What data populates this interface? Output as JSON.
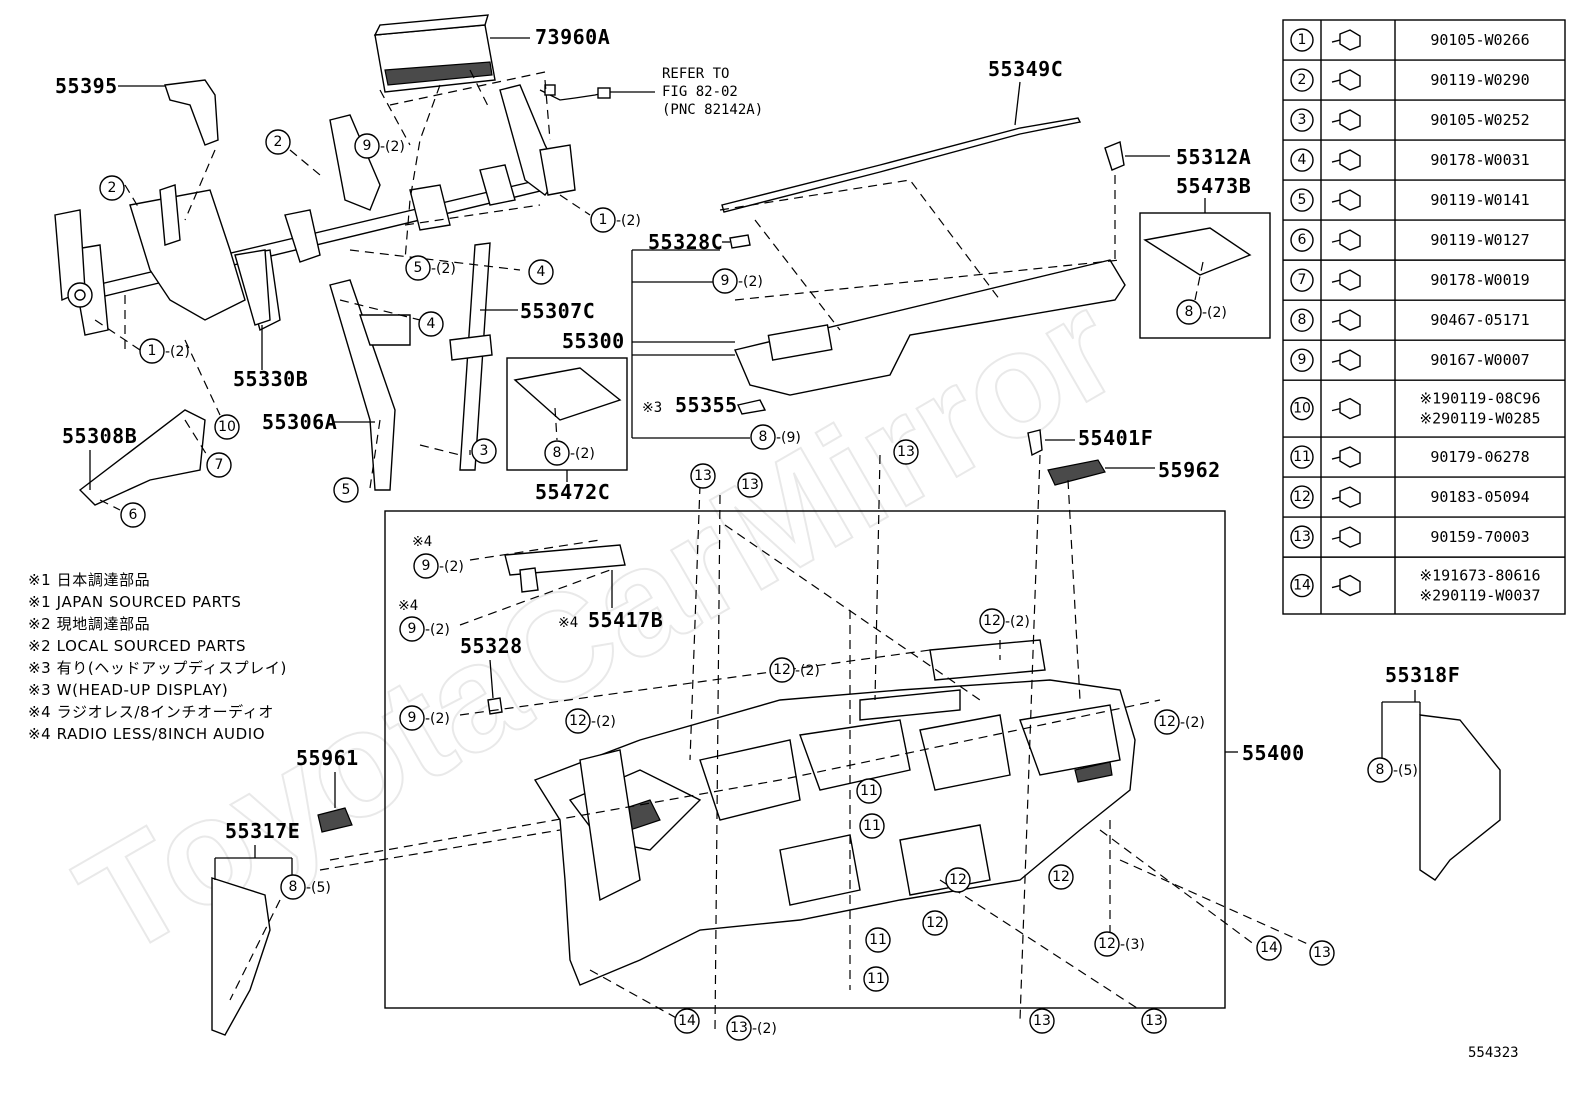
{
  "diagram": {
    "watermark": "ToyotaCarMirror",
    "figure_id": "554323",
    "part_labels": {
      "p73960A": "73960A",
      "p55395": "55395",
      "p55349C": "55349C",
      "p55312A": "55312A",
      "p55473B": "55473B",
      "p55328C": "55328C",
      "p55307C": "55307C",
      "p55300": "55300",
      "p55355": "55355",
      "p55355_prefix": "※3",
      "p55330B": "55330B",
      "p55306A": "55306A",
      "p55308B": "55308B",
      "p55472C": "55472C",
      "p55401F": "55401F",
      "p55962": "55962",
      "p55417B": "55417B",
      "p55417B_prefix": "※4",
      "p55328": "55328",
      "p55400": "55400",
      "p55961": "55961",
      "p55317E": "55317E",
      "p55318F": "55318F",
      "note4_a": "※4",
      "note4_b": "※4"
    },
    "refer": {
      "line1": "REFER TO",
      "line2": "FIG 82-02",
      "line3": "(PNC 82142A)"
    },
    "notes": [
      "※1 日本調達部品",
      "※1 JAPAN SOURCED PARTS",
      "※2 現地調達部品",
      "※2 LOCAL SOURCED PARTS",
      "※3 有り(ヘッドアップディスプレイ)",
      "※3 W(HEAD-UP DISPLAY)",
      "※4 ラジオレス/8インチオーディオ",
      "※4 RADIO LESS/8INCH AUDIO"
    ],
    "qty": {
      "q2": "-(2)",
      "q3": "-(3)",
      "q5": "-(5)",
      "q9": "-(9)"
    },
    "fastener_table": [
      {
        "no": "1",
        "code": "90105-W0266",
        "code2": ""
      },
      {
        "no": "2",
        "code": "90119-W0290",
        "code2": ""
      },
      {
        "no": "3",
        "code": "90105-W0252",
        "code2": ""
      },
      {
        "no": "4",
        "code": "90178-W0031",
        "code2": ""
      },
      {
        "no": "5",
        "code": "90119-W0141",
        "code2": ""
      },
      {
        "no": "6",
        "code": "90119-W0127",
        "code2": ""
      },
      {
        "no": "7",
        "code": "90178-W0019",
        "code2": ""
      },
      {
        "no": "8",
        "code": "90467-05171",
        "code2": ""
      },
      {
        "no": "9",
        "code": "90167-W0007",
        "code2": ""
      },
      {
        "no": "10",
        "code": "※190119-08C96",
        "code2": "※290119-W0285"
      },
      {
        "no": "11",
        "code": "90179-06278",
        "code2": ""
      },
      {
        "no": "12",
        "code": "90183-05094",
        "code2": ""
      },
      {
        "no": "13",
        "code": "90159-70003",
        "code2": ""
      },
      {
        "no": "14",
        "code": "※191673-80616",
        "code2": "※290119-W0037"
      }
    ]
  }
}
